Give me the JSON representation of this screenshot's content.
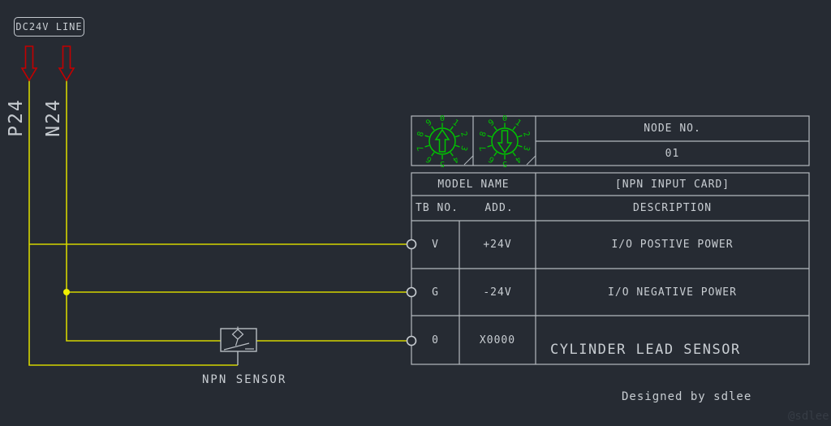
{
  "colors": {
    "background": "#262b33",
    "table_line_gray": "#b4b9bf",
    "text_gray": "#c8cdd2",
    "wire_yellow": "#d4d500",
    "junction_yellow": "#f0f000",
    "arrow_red": "#c30000",
    "switch_green": "#00c400",
    "watermark_gray": "#363c45"
  },
  "power": {
    "label": "DC24V LINE",
    "lines": [
      {
        "name": "P24"
      },
      {
        "name": "N24"
      }
    ]
  },
  "node_table": {
    "node_no_label": "NODE NO.",
    "node_no_value": "01",
    "rotary_switches": [
      {
        "icon": "rotary-switch-up-icon",
        "direction": "up",
        "digits": "0123456789"
      },
      {
        "icon": "rotary-switch-down-icon",
        "direction": "down",
        "digits": "0123456789"
      }
    ]
  },
  "io_table": {
    "model_name_label": "MODEL NAME",
    "model_name_value": "[NPN INPUT CARD]",
    "tb_no_label": "TB NO.",
    "add_label": "ADD.",
    "description_label": "DESCRIPTION",
    "rows": [
      {
        "tb": "V",
        "add": "+24V",
        "description": "I/O POSTIVE POWER"
      },
      {
        "tb": "G",
        "add": "-24V",
        "description": "I/O NEGATIVE POWER"
      },
      {
        "tb": "0",
        "add": "X0000",
        "description": "CYLINDER LEAD SENSOR"
      }
    ]
  },
  "sensor": {
    "label": "NPN SENSOR"
  },
  "footer": {
    "credit": "Designed by sdlee",
    "watermark": "@sdlee"
  }
}
